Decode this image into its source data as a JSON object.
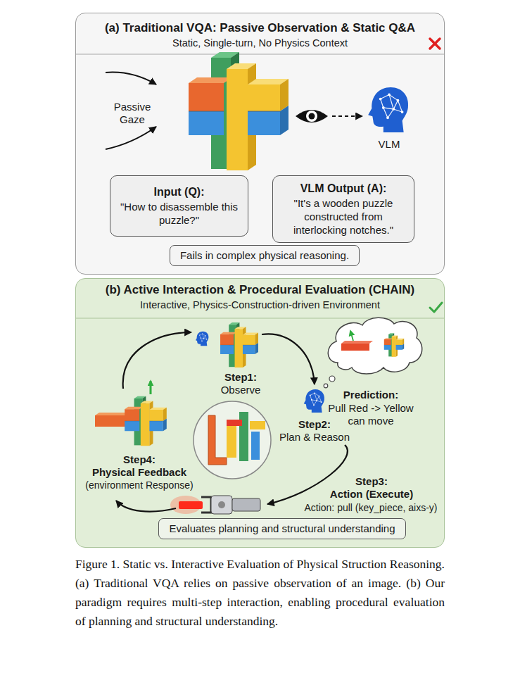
{
  "diagram": {
    "caption": "Figure 1. Static vs. Interactive Evaluation of Physical Struction Reasoning. (a) Traditional VQA relies on passive observation of an image. (b) Our paradigm requires multi-step interaction, enabling procedural evaluation of planning and structural understanding.",
    "nodes": [
      {
        "text": [
          "(a) Traditional VQA: Passive Observation & Static Q&A",
          "Static, Single-turn, No Physics Context"
        ]
      },
      {
        "text": [
          "Input (Q):",
          "\"How to disassemble this puzzle?\""
        ],
        "in": 0
      },
      {
        "text": [
          "VLM Output (A):",
          "\"It's a wooden puzzle constructed from interlocking notches.\""
        ],
        "in": 0
      },
      {
        "text": [
          "Fails in complex physical reasoning."
        ],
        "in": 0
      },
      {
        "text": [
          "(b) Active Interaction & Procedural Evaluation (CHAIN)",
          "Interactive, Physics-Construction-driven Environment"
        ]
      },
      {
        "text": [
          "Evaluates planning and structural understanding"
        ],
        "in": 4
      }
    ],
    "labels": [
      "Passive Gaze",
      "VLM",
      "Step1:",
      "Observe",
      "Prediction:",
      "Pull Red -> Yellow can move",
      "Step2:",
      "Plan & Reason",
      "Step3:",
      "Action (Execute)",
      "Action: pull (key_piece, aixs-y)",
      "Step4:",
      "Physical Feedback",
      "(environment Response)"
    ]
  }
}
